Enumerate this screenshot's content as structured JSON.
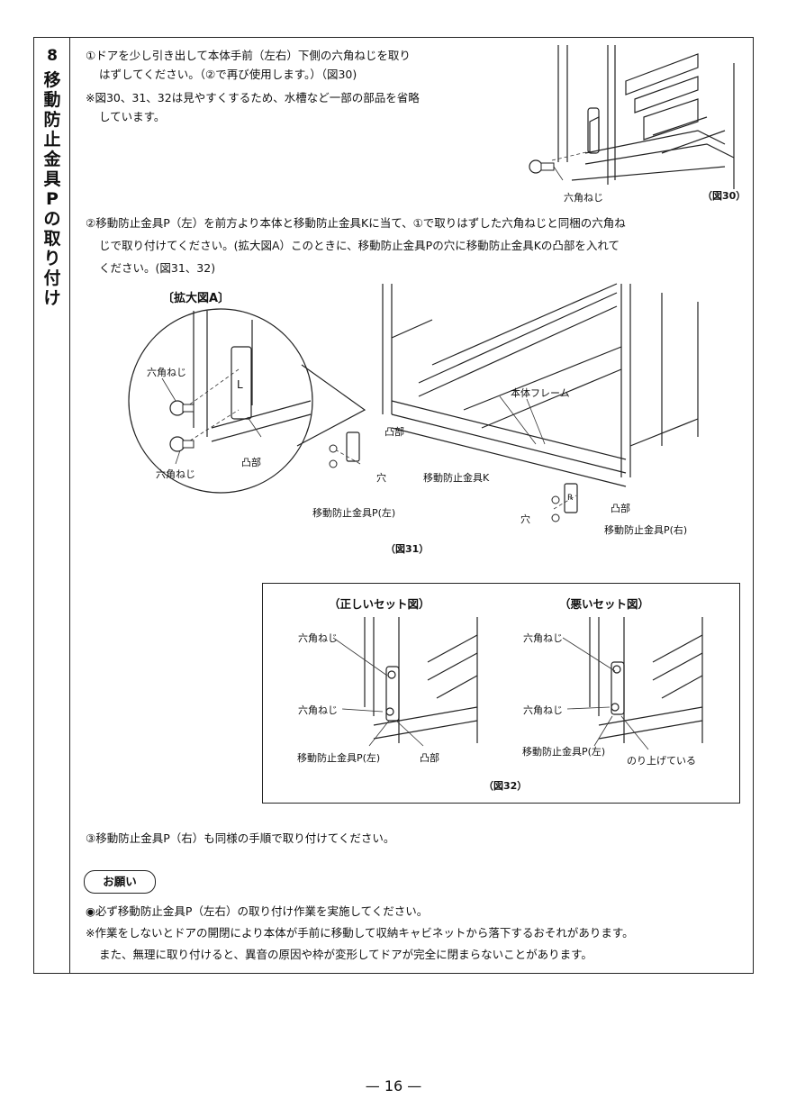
{
  "section": {
    "number": "8",
    "title_chars": [
      "移",
      "動",
      "防",
      "止",
      "金",
      "具",
      "P",
      "の",
      "取",
      "り",
      "付",
      "け"
    ]
  },
  "step1": {
    "line1": "①ドアを少し引き出して本体手前（左右）下側の六角ねじを取り",
    "line2": "はずしてください。（②で再び使用します。）（図30)",
    "note1": "※図30、31、32は見やすくするため、水槽など一部の部品を省略",
    "note2": "しています。"
  },
  "fig30": {
    "label_screw": "六角ねじ",
    "caption": "（図30）"
  },
  "step2": {
    "line1": "②移動防止金具P（左）を前方より本体と移動防止金具Kに当て、①で取りはずした六角ねじと同梱の六角ね",
    "line2": "じで取り付けてください。(拡大図A）このときに、移動防止金具Pの穴に移動防止金具Kの凸部を入れて",
    "line3": "ください。(図31、32)"
  },
  "fig31": {
    "enlarge_title": "〔拡大図A〕",
    "label_screw_top": "六角ねじ",
    "label_screw_bottom": "六角ねじ",
    "label_boss": "凸部",
    "label_letter_l": "L",
    "label_letter_r": "R",
    "label_frame": "本体フレーム",
    "label_boss2": "凸部",
    "label_hole": "穴",
    "label_k": "移動防止金具K",
    "label_p_left": "移動防止金具P(左)",
    "label_boss3": "凸部",
    "label_hole2": "穴",
    "label_p_right": "移動防止金具P(右)",
    "caption": "（図31）"
  },
  "fig32": {
    "correct_title": "（正しいセット図）",
    "wrong_title": "（悪いセット図）",
    "c_screw1": "六角ねじ",
    "c_screw2": "六角ねじ",
    "c_p_left": "移動防止金具P(左)",
    "c_boss": "凸部",
    "w_screw1": "六角ねじ",
    "w_screw2": "六角ねじ",
    "w_p_left": "移動防止金具P(左)",
    "w_riding": "のり上げている",
    "caption": "（図32）"
  },
  "step3": {
    "line": "③移動防止金具P（右）も同様の手順で取り付けてください。"
  },
  "request": {
    "badge": "お願い",
    "item1": "◉必ず移動防止金具P（左右）の取り付け作業を実施してください。",
    "item2": "※作業をしないとドアの開閉により本体が手前に移動して収納キャビネットから落下するおそれがあります。",
    "item3": "また、無理に取り付けると、異音の原因や枠が変形してドアが完全に閉まらないことがあります。"
  },
  "page_number": "— 16 —"
}
